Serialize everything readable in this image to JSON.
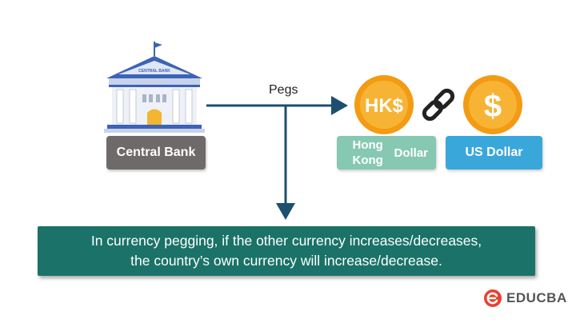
{
  "pegs_label": "Pegs",
  "central_bank": {
    "roof_text": "CENTRAL BANK",
    "label": "Central Bank"
  },
  "hkd": {
    "coin_text": "HK$",
    "label_line1": "Hong Kong",
    "label_line2": "Dollar"
  },
  "usd": {
    "coin_text": "$",
    "label": "US Dollar"
  },
  "banner": {
    "line1": "In currency pegging, if the other currency increases/decreases,",
    "line2": "the country’s own currency will increase/decrease."
  },
  "brand": {
    "name": "EDUCBA"
  },
  "colors": {
    "arrow": "#1d4f6e",
    "banner": "#1a7268",
    "central_bank_box": "#6e6a6a",
    "hkd_box": "#86c8b1",
    "usd_box": "#3aa7db",
    "coin": "#f7a81b",
    "bank_blue": "#3c63b7"
  },
  "icons": [
    "bank-building-icon",
    "hkd-coin-icon",
    "chain-link-icon",
    "usd-coin-icon",
    "educba-logo-icon"
  ]
}
